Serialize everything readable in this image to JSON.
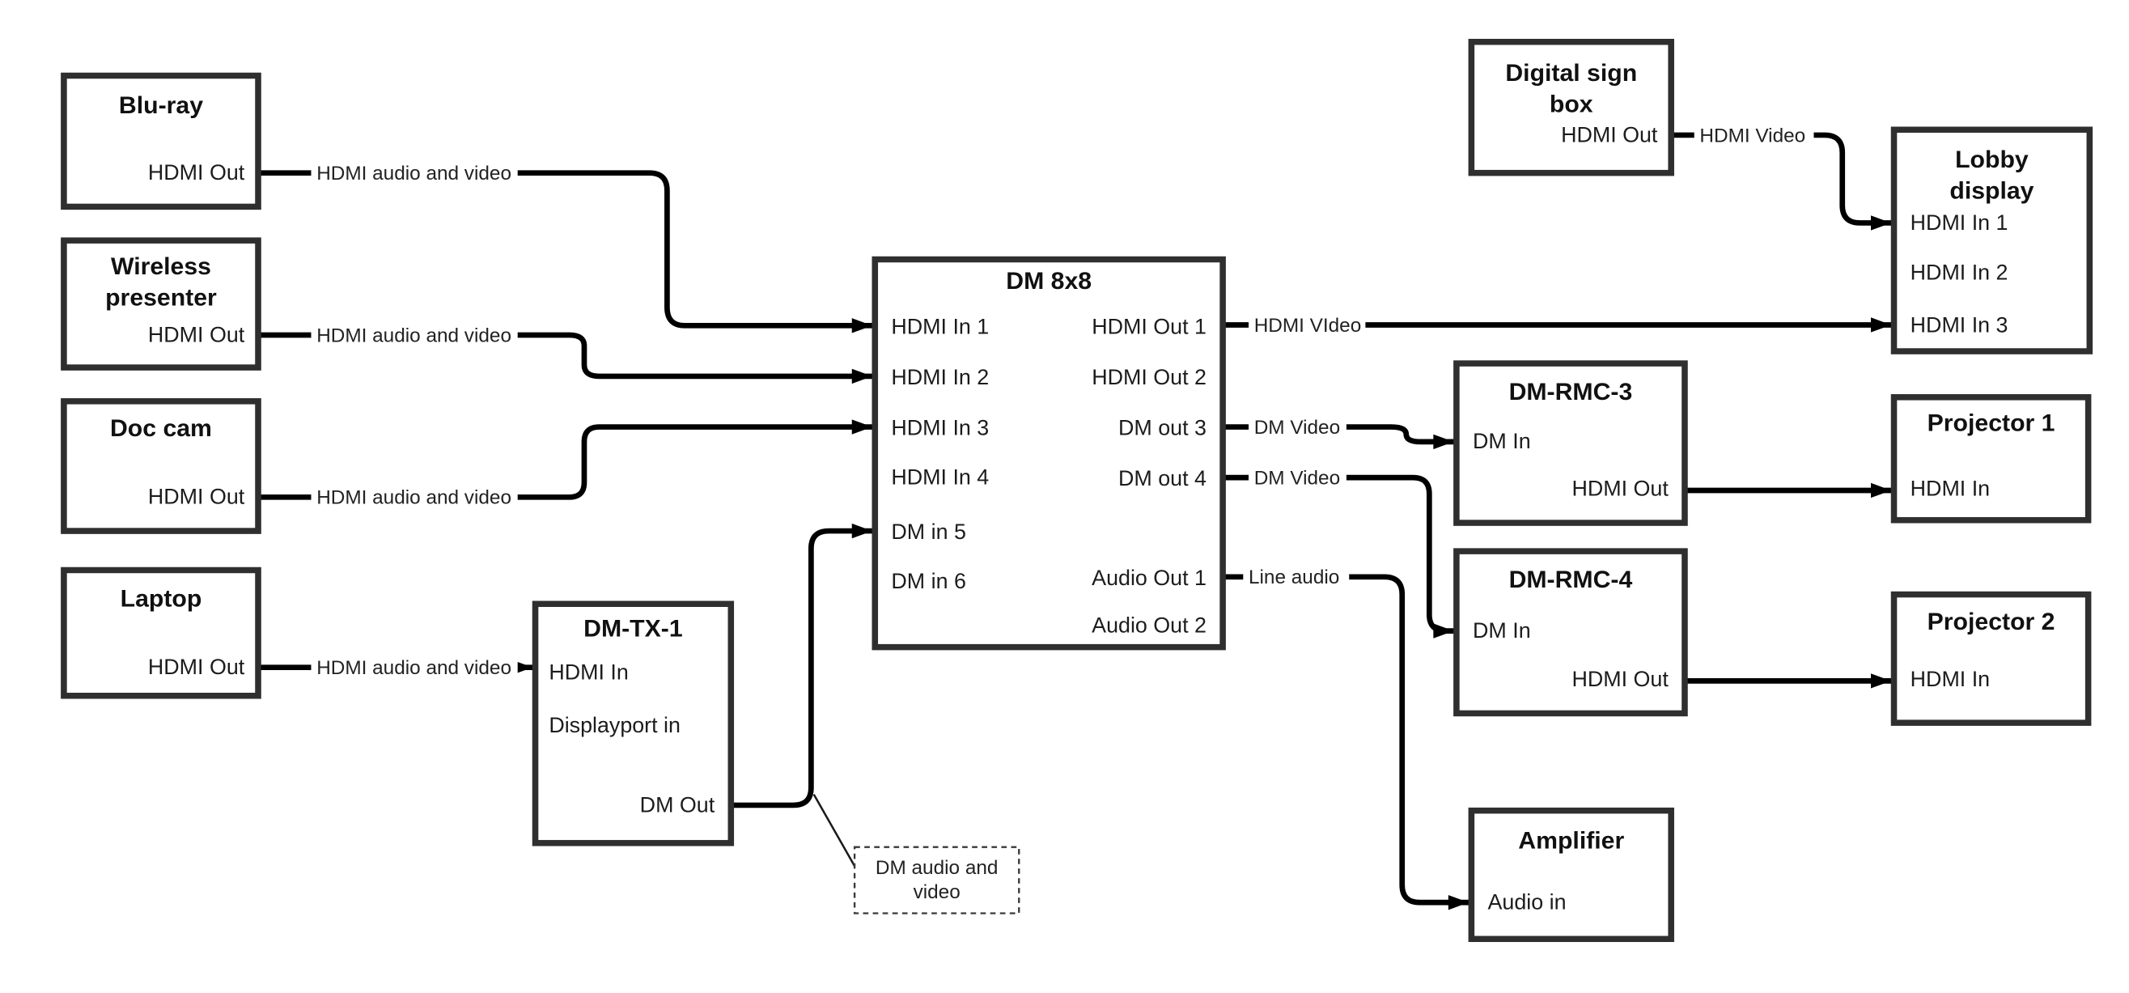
{
  "diagram": {
    "boxes": {
      "bluray": {
        "title": "Blu-ray",
        "ports": {
          "hdmi_out": "HDMI Out"
        }
      },
      "wireless_presenter": {
        "title_lines": [
          "Wireless",
          "presenter"
        ],
        "ports": {
          "hdmi_out": "HDMI Out"
        }
      },
      "doc_cam": {
        "title": "Doc cam",
        "ports": {
          "hdmi_out": "HDMI Out"
        }
      },
      "laptop": {
        "title": "Laptop",
        "ports": {
          "hdmi_out": "HDMI Out"
        }
      },
      "dm_tx_1": {
        "title": "DM-TX-1",
        "ports": {
          "hdmi_in": "HDMI In",
          "displayport_in": "Displayport in",
          "dm_out": "DM Out"
        }
      },
      "dm_8x8": {
        "title": "DM 8x8",
        "inputs": [
          "HDMI In 1",
          "HDMI In 2",
          "HDMI In 3",
          "HDMI In 4",
          "DM in 5",
          "DM in 6"
        ],
        "outputs": [
          "HDMI Out 1",
          "HDMI Out 2",
          "DM out 3",
          "DM out 4",
          "Audio Out 1",
          "Audio Out 2"
        ]
      },
      "digital_sign_box": {
        "title_lines": [
          "Digital sign",
          "box"
        ],
        "ports": {
          "hdmi_out": "HDMI Out"
        }
      },
      "lobby_display": {
        "title_lines": [
          "Lobby",
          "display"
        ],
        "inputs": [
          "HDMI In 1",
          "HDMI In 2",
          "HDMI In 3"
        ]
      },
      "dm_rmc_3": {
        "title": "DM-RMC-3",
        "ports": {
          "dm_in": "DM In",
          "hdmi_out": "HDMI Out"
        }
      },
      "projector_1": {
        "title": "Projector 1",
        "ports": {
          "hdmi_in": "HDMI In"
        }
      },
      "dm_rmc_4": {
        "title": "DM-RMC-4",
        "ports": {
          "dm_in": "DM In",
          "hdmi_out": "HDMI Out"
        }
      },
      "projector_2": {
        "title": "Projector 2",
        "ports": {
          "hdmi_in": "HDMI In"
        }
      },
      "amplifier": {
        "title": "Amplifier",
        "ports": {
          "audio_in": "Audio in"
        }
      }
    },
    "edge_labels": {
      "bluray_to_dm8x8": "HDMI audio and video",
      "wireless_to_dm8x8": "HDMI audio and video",
      "doccam_to_dm8x8": "HDMI audio and video",
      "laptop_to_dmtx1": "HDMI audio and video",
      "hdmi_out1_to_lobby": "HDMI VIdeo",
      "dm_out3_to_rmc3": "DM Video",
      "dm_out4_to_rmc4": "DM Video",
      "audio_out1_to_amp": "Line audio",
      "signbox_to_lobby": "HDMI Video"
    },
    "note": {
      "lines": [
        "DM audio and",
        "video"
      ]
    },
    "colors": {
      "background": "#ffffff",
      "connector": "#000000",
      "box_border": "#2f2f2f",
      "text": "#1c1c1c"
    }
  }
}
